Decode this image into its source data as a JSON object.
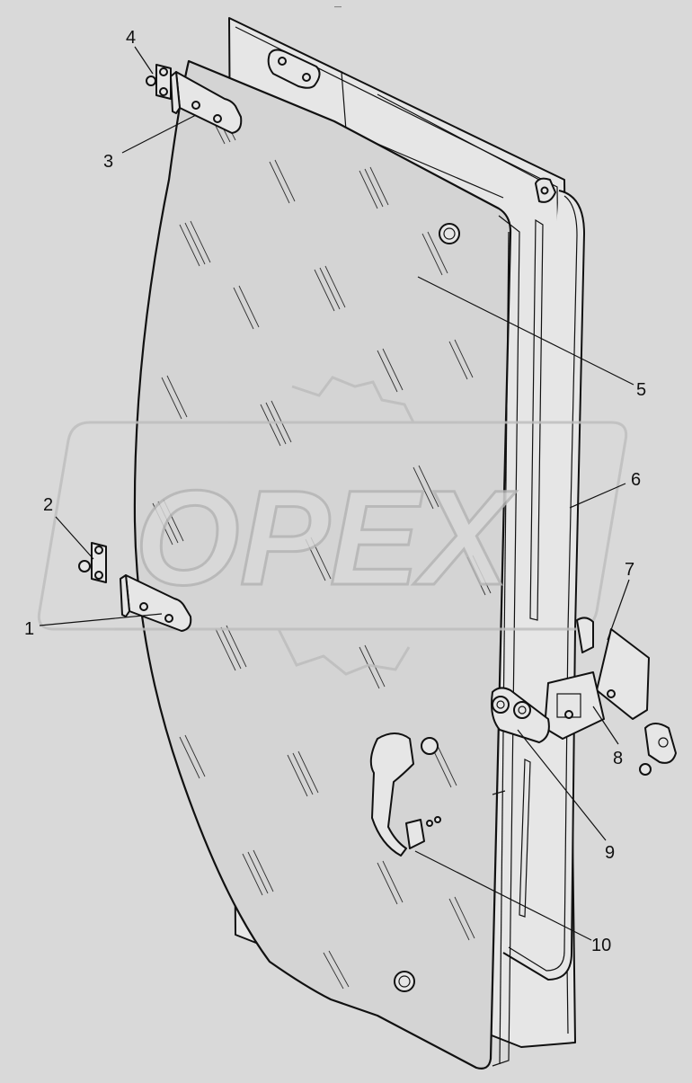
{
  "diagram": {
    "watermark_text": "OPEX",
    "top_mark": "—",
    "callouts": [
      {
        "id": "1",
        "label": "1"
      },
      {
        "id": "2",
        "label": "2"
      },
      {
        "id": "3",
        "label": "3"
      },
      {
        "id": "4",
        "label": "4"
      },
      {
        "id": "5",
        "label": "5"
      },
      {
        "id": "6",
        "label": "6"
      },
      {
        "id": "7",
        "label": "7"
      },
      {
        "id": "8",
        "label": "8"
      },
      {
        "id": "9",
        "label": "9"
      },
      {
        "id": "10",
        "label": "10"
      }
    ]
  }
}
